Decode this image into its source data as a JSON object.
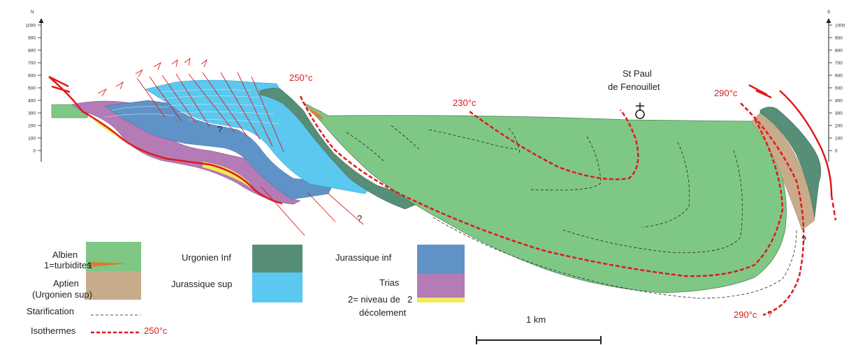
{
  "left_axis": {
    "direction": "N",
    "ticks": [
      "1000",
      "900",
      "800",
      "700",
      "600",
      "500",
      "400",
      "300",
      "200",
      "100",
      "0"
    ]
  },
  "right_axis": {
    "direction": "S",
    "ticks": [
      "1000",
      "900",
      "800",
      "700",
      "600",
      "500",
      "400",
      "300",
      "200",
      "100",
      "0"
    ]
  },
  "annotations": {
    "iso_250": "250°c",
    "iso_230": "230°c",
    "iso_290_top": "290°c",
    "iso_290_bottom": "290°c",
    "q1": "?",
    "q2": "?",
    "q3": "?",
    "q4": "?",
    "town_line1": "St Paul",
    "town_line2": "de Fenouillet"
  },
  "legend": {
    "albien": "Albien",
    "turbidites": "1=turbidites",
    "turb_num": "1",
    "aptien": "Aptien",
    "urgonien_sup": "(Urgonien sup)",
    "urgonien_inf": "Urgonien Inf",
    "jurassique_sup": "Jurassique sup",
    "jurassique_inf": "Jurassique inf",
    "trias": "Trias",
    "niveau_1": "2= niveau de",
    "niveau_num": "2",
    "niveau_2": "décolement",
    "stratification": "Starification",
    "isothermes": "Isothermes",
    "isotherme_value": "250°c"
  },
  "scale": {
    "label": "1 km"
  },
  "colors": {
    "albien": "#7fc785",
    "aptien": "#c8ab8b",
    "urgonien_inf": "#568e78",
    "jurassique_sup": "#5bc8ef",
    "jurassique_inf": "#5f93c8",
    "trias": "#b47bb6",
    "decollement": "#f2ea5c",
    "turbidites": "#e07a2e",
    "isotherm": "#e0191a"
  }
}
